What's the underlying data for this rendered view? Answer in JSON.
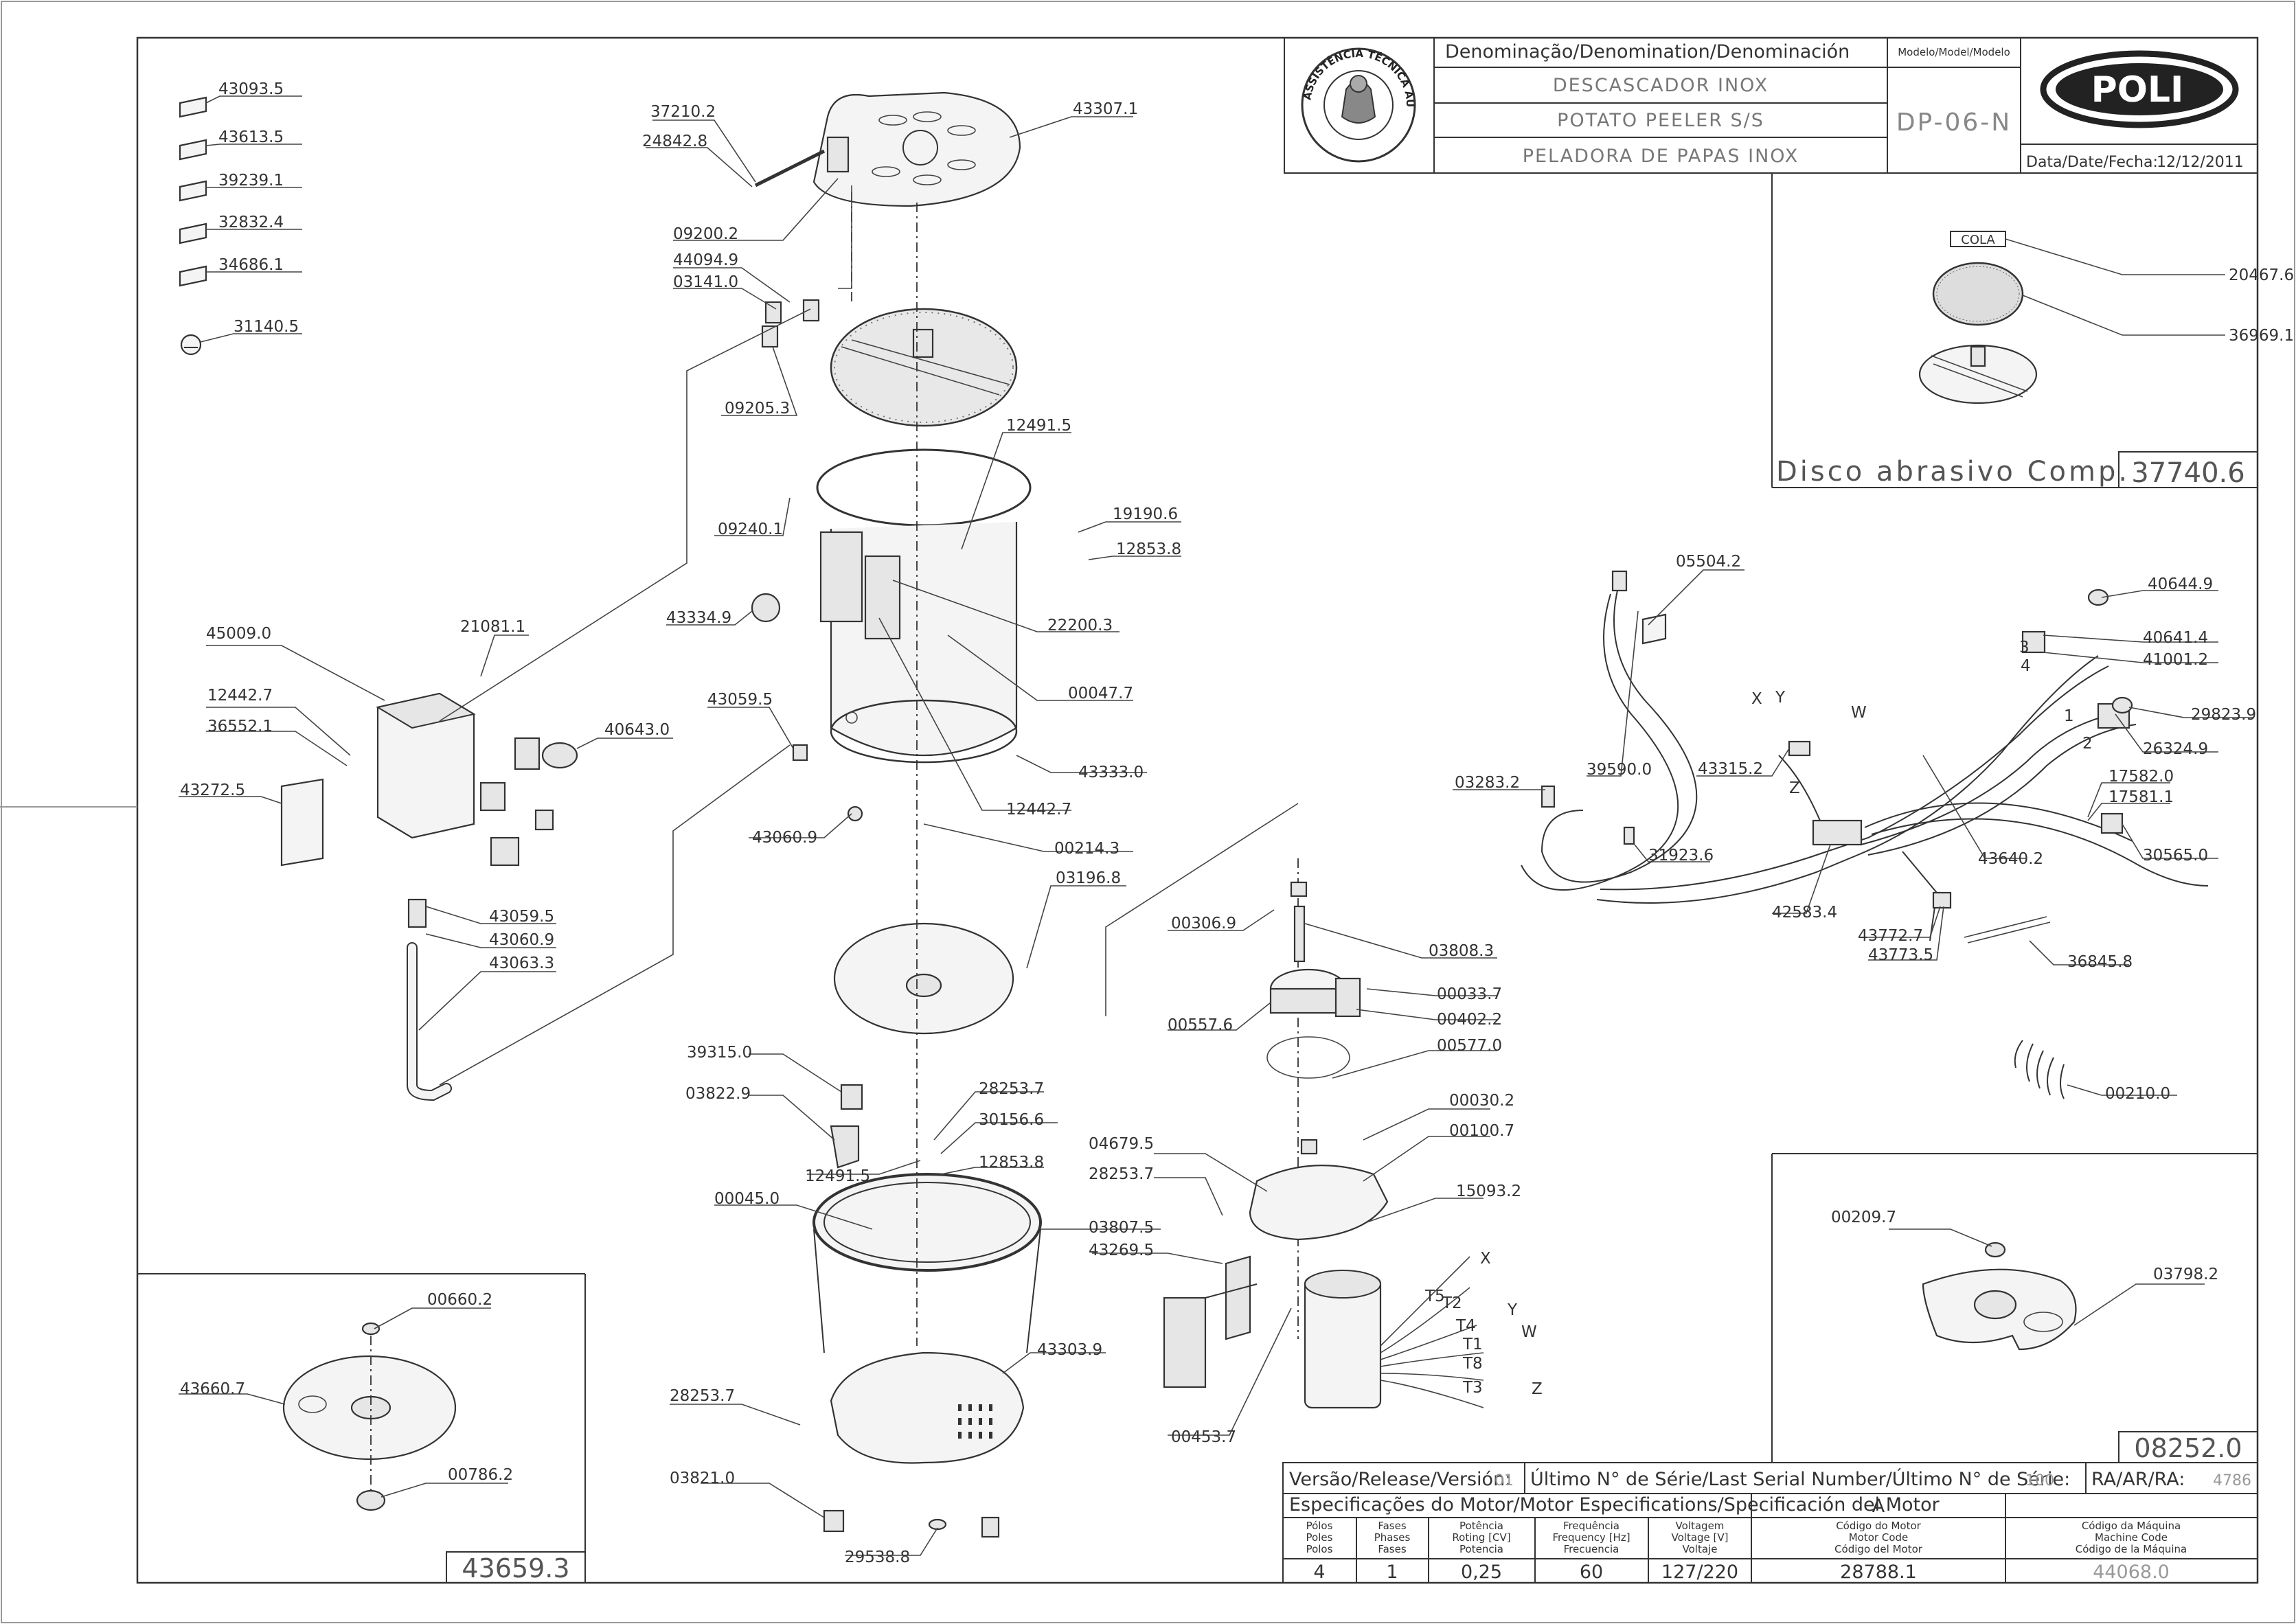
{
  "title_block": {
    "denomination_header": "Denominação/Denomination/Denominación",
    "name_pt": "DESCASCADOR INOX",
    "name_en": "POTATO PEELER S/S",
    "name_es": "PELADORA DE PAPAS INOX",
    "model_header": "Modelo/Model/Modelo",
    "model": "DP-06-N",
    "brand": "POLI",
    "date_label": "Data/Date/Fecha:",
    "date": "12/12/2011",
    "seal_text": "ASSISTÊNCIA TÉCNICA AUTORIZADA"
  },
  "detail_disc": {
    "cola_label": "COLA",
    "caption": "Disco abrasivo Comp.",
    "code": "37740.6",
    "labels": [
      "20467.6",
      "36969.1"
    ]
  },
  "detail_motor_plate": {
    "code": "08252.0",
    "labels": [
      "00209.7",
      "03798.2"
    ]
  },
  "detail_bottom_plate": {
    "code": "43659.3",
    "labels": [
      "00660.2",
      "43660.7",
      "00786.2"
    ]
  },
  "small_parts": [
    "43093.5",
    "43613.5",
    "39239.1",
    "32832.4",
    "34686.1",
    "31140.5"
  ],
  "main_labels": [
    "37210.2",
    "24842.8",
    "43307.1",
    "09200.2",
    "44094.9",
    "03141.0",
    "09205.3",
    "12491.5",
    "09240.1",
    "19190.6",
    "12853.8",
    "43334.9",
    "22200.3",
    "00047.7",
    "43059.5",
    "43333.0",
    "12442.7",
    "43060.9",
    "00214.3",
    "03196.8",
    "45009.0",
    "21081.1",
    "12442.7",
    "36552.1",
    "40643.0",
    "43272.5",
    "43059.5",
    "43060.9",
    "43063.3",
    "00306.9",
    "03808.3",
    "00033.7",
    "00402.2",
    "00557.6",
    "00577.0",
    "39315.0",
    "03822.9",
    "28253.7",
    "30156.6",
    "12491.5",
    "12853.8",
    "00030.2",
    "00100.7",
    "04679.5",
    "28253.7",
    "15093.2",
    "00045.0",
    "03807.5",
    "43269.5",
    "43303.9",
    "28253.7",
    "00453.7",
    "03821.0",
    "29538.8"
  ],
  "motor_terminals": [
    "X",
    "Y",
    "W",
    "Z",
    "T5",
    "T2",
    "T4",
    "T1",
    "T8",
    "T3"
  ],
  "wiring_labels": [
    "05504.2",
    "40644.9",
    "40641.4",
    "41001.2",
    "29823.9",
    "26324.9",
    "17582.0",
    "17581.1",
    "30565.0",
    "03283.2",
    "39590.0",
    "43315.2",
    "31923.6",
    "42583.4",
    "43640.2",
    "43772.7",
    "43773.5",
    "36845.8",
    "00210.0"
  ],
  "wiring_terminals": [
    "X",
    "Y",
    "W",
    "Z",
    "3",
    "4",
    "1",
    "2"
  ],
  "release_row": {
    "version_label": "Versão/Release/Versión:",
    "version": "01",
    "serial_label": "Último N° de Série/Last Serial Number/Último N° de Série:",
    "serial": "100",
    "ra_label": "RA/AR/RA:",
    "ra": "4786"
  },
  "motor_spec": {
    "header": "Especificações do Motor/Motor Especifications/Specificación del Motor",
    "revision": "A",
    "columns": [
      {
        "h1": "Pólos",
        "h2": "Poles",
        "h3": "Polos",
        "value": "4"
      },
      {
        "h1": "Fases",
        "h2": "Phases",
        "h3": "Fases",
        "value": "1"
      },
      {
        "h1": "Potência",
        "h2": "Roting [CV]",
        "h3": "Potencia",
        "value": "0,25"
      },
      {
        "h1": "Frequência",
        "h2": "Frequency [Hz]",
        "h3": "Frecuencia",
        "value": "60"
      },
      {
        "h1": "Voltagem",
        "h2": "Voltage [V]",
        "h3": "Voltaje",
        "value": "127/220"
      },
      {
        "h1": "Código do Motor",
        "h2": "Motor Code",
        "h3": "Código del Motor",
        "value": "28788.1"
      },
      {
        "h1": "Código da Máquina",
        "h2": "Machine Code",
        "h3": "Código de la Máquina",
        "value": "44068.0"
      }
    ]
  }
}
